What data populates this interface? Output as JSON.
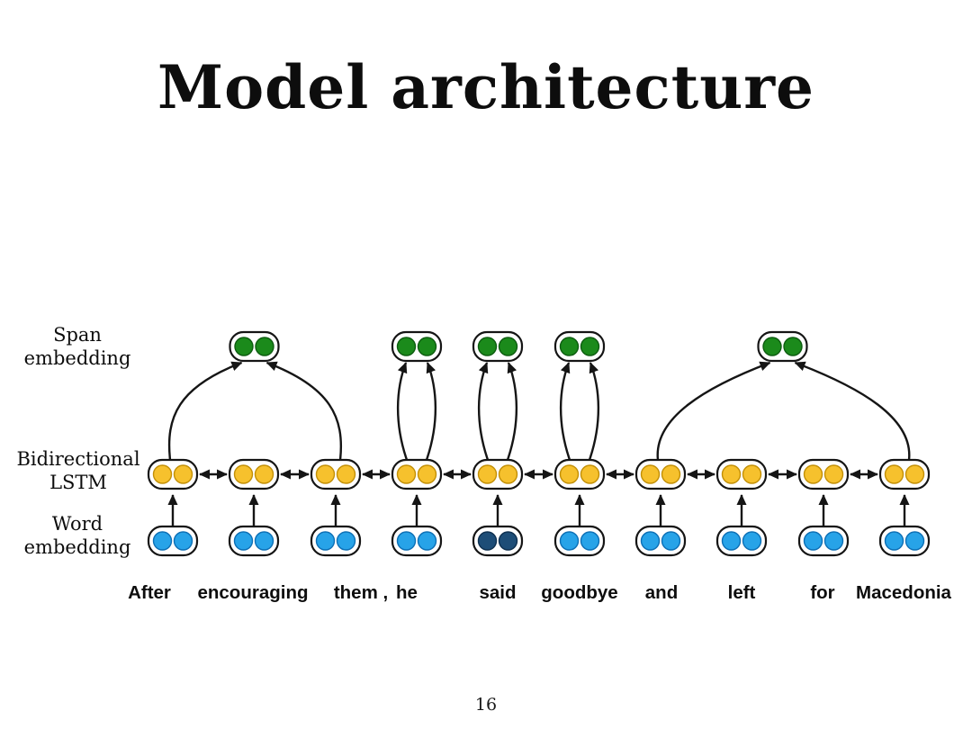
{
  "slide": {
    "title": "Model architecture",
    "page_number": "16"
  },
  "diagram": {
    "row_labels": [
      {
        "id": "span-embedding",
        "text": "Span\nembedding"
      },
      {
        "id": "bidirectional-lstm",
        "text": "Bidirectional\nLSTM"
      },
      {
        "id": "word-embedding",
        "text": "Word\nembedding"
      }
    ],
    "sentence": {
      "words": [
        "After",
        "encouraging",
        "them ,",
        "he",
        "said",
        "goodbye",
        "and",
        "left",
        "for",
        "Macedonia"
      ],
      "highlighted_word_index": 4
    },
    "spans": [
      {
        "from_word": 0,
        "to_word": 2
      },
      {
        "from_word": 3,
        "to_word": 3
      },
      {
        "from_word": 4,
        "to_word": 4
      },
      {
        "from_word": 5,
        "to_word": 5
      },
      {
        "from_word": 6,
        "to_word": 9
      }
    ],
    "colors": {
      "span_embedding": "#1b8a1b",
      "span_embedding_edge": "#0d5c10",
      "lstm": "#f6c12d",
      "lstm_edge": "#c28f06",
      "word_embedding": "#27a3e8",
      "word_embedding_edge": "#0c6fb5",
      "word_embedding_highlight": "#1d4d77",
      "word_embedding_highlight_edge": "#0e3050",
      "outline": "#151515"
    }
  }
}
